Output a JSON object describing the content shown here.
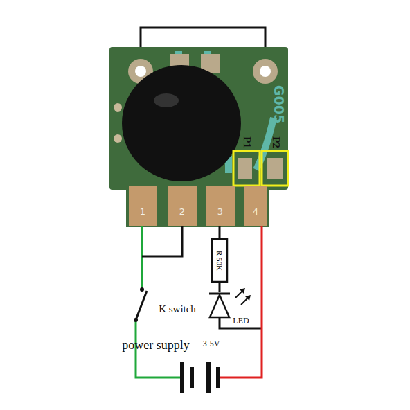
{
  "diagram": {
    "labels": [
      "G005",
      "P1",
      "P2",
      "1",
      "2",
      "3",
      "4",
      "R 50K",
      "K switch",
      "LED",
      "power supply",
      "3-5V"
    ]
  }
}
